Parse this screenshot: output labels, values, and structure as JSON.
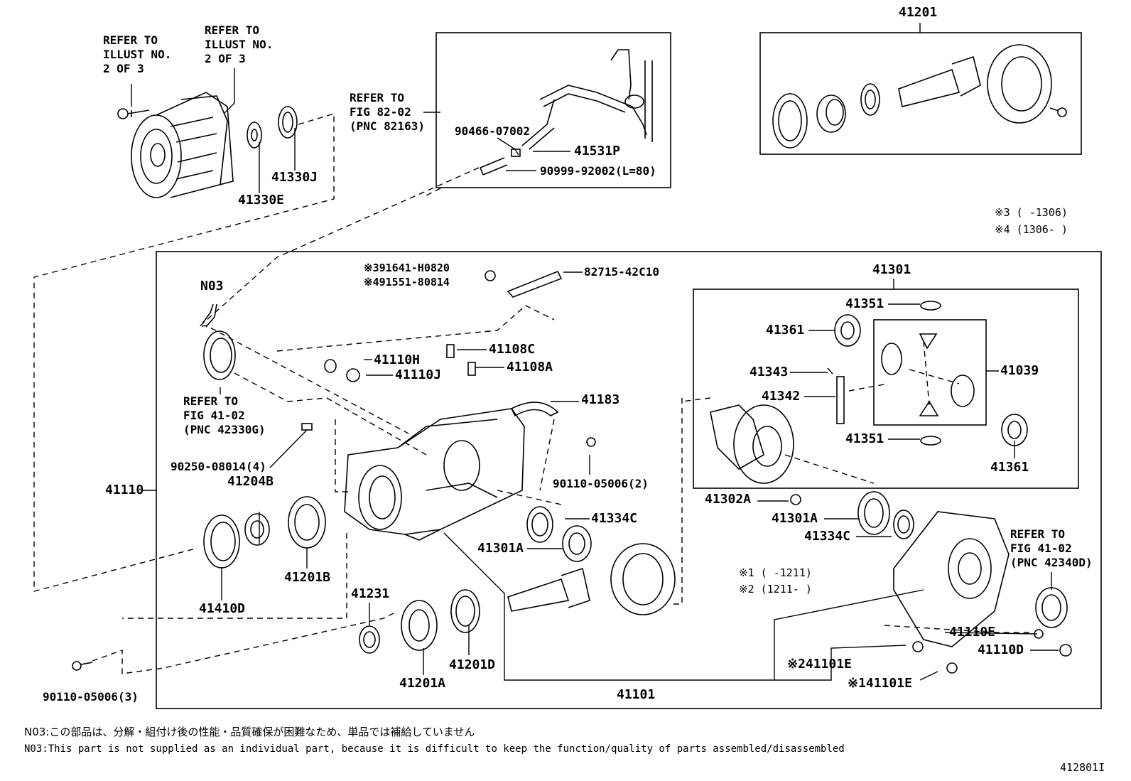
{
  "refer_blocks": {
    "illust_a": [
      "REFER TO",
      "ILLUST NO.",
      "2 OF 3"
    ],
    "illust_b": [
      "REFER TO",
      "ILLUST NO.",
      "2 OF 3"
    ],
    "fig82": [
      "REFER TO",
      "FIG 82-02",
      "(PNC 82163)"
    ],
    "fig41_left": [
      "REFER TO",
      "FIG 41-02",
      "(PNC 42330G)"
    ],
    "fig41_right": [
      "REFER TO",
      "FIG 41-02",
      "(PNC 42340D)"
    ]
  },
  "parts": {
    "p41201_top": "41201",
    "p41330E": "41330E",
    "p41330J": "41330J",
    "p90466": "90466-07002",
    "p41531P": "41531P",
    "p90999": "90999-92002(L=80)",
    "p91641": "※391641-H0820",
    "p91551": "※491551-80814",
    "p82715": "82715-42C10",
    "pN03": "N03",
    "p41110H": "41110H",
    "p41110J": "41110J",
    "p41108C": "41108C",
    "p41108A": "41108A",
    "p41183": "41183",
    "p90250": "90250-08014(4)",
    "p41204B": "41204B",
    "p41110": "41110",
    "p90110_2": "90110-05006(2)",
    "p41334C_l": "41334C",
    "p41301A_l": "41301A",
    "p41201B": "41201B",
    "p41410D": "41410D",
    "p41231": "41231",
    "p41201D": "41201D",
    "p41201A": "41201A",
    "p41101": "41101",
    "p90110_3": "90110-05006(3)",
    "p41301": "41301",
    "p41351_a": "41351",
    "p41361_a": "41361",
    "p41343": "41343",
    "p41342": "41342",
    "p41039": "41039",
    "p41351_b": "41351",
    "p41361_b": "41361",
    "p41302A": "41302A",
    "p41301A_r": "41301A",
    "p41334C_r": "41334C",
    "p41110E": "41110E",
    "p41110D": "41110D",
    "p41101E_2": "※241101E",
    "p41101E_1": "※141101E"
  },
  "notes": {
    "n3": "※3 (    -1306)",
    "n4": "※4 (1306-    )",
    "n1": "※1 (    -1211)",
    "n2": "※2 (1211-    )"
  },
  "footer": {
    "jp": "N03:この部品は、分解・組付け後の性能・品質確保が困難なため、単品では補給していません",
    "en": "N03:This part is not supplied as an individual part, because it is difficult to keep the function/quality of parts assembled/disassembled",
    "code": "412801I"
  }
}
